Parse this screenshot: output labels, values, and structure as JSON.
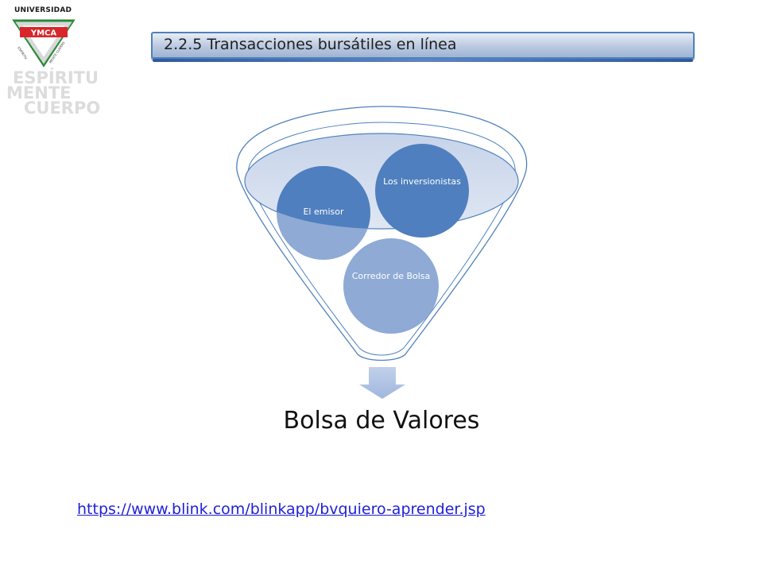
{
  "logo": {
    "top_text": "UNIVERSIDAD",
    "badge_text": "YMCA",
    "ring_text": "ESPÍRITU MENTE CUERPO",
    "motto": [
      "ESPÍRITU",
      "MENTE",
      "CUERPO"
    ]
  },
  "slide": {
    "title": "2.2.5 Transacciones bursátiles en línea"
  },
  "diagram": {
    "nodes": {
      "emisor": "El emisor",
      "inversionistas": "Los inversionistas",
      "corredor": "Corredor de Bolsa"
    },
    "result": "Bolsa de Valores"
  },
  "source_link": "https://www.blink.com/blinkapp/bvquiero-aprender.jsp",
  "colors": {
    "accent": "#4f81bd",
    "circle_dark": "#4f7fbe",
    "circle_light": "#8eaad5",
    "circle_mid": "#5b88c6",
    "funnel_outline": "#4f81bd",
    "arrow": "#a9bde0"
  }
}
